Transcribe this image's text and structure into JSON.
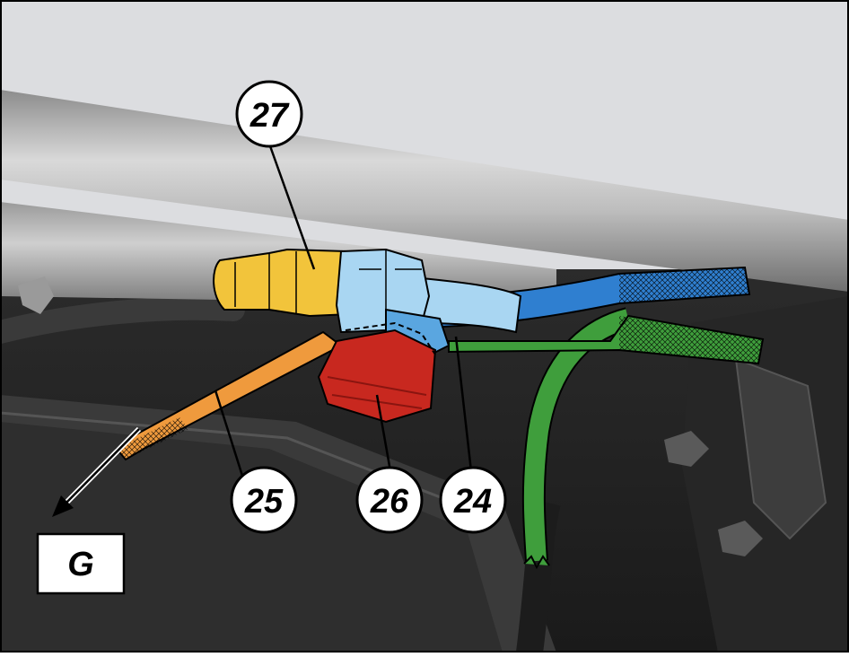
{
  "callouts": {
    "c27": "27",
    "c25": "25",
    "c26": "26",
    "c24": "24"
  },
  "direction_box": {
    "label": "G"
  },
  "colors": {
    "connector_yellow": "#f2c43b",
    "connector_light_blue": "#a9d6f2",
    "wire_blue": "#2f7fd0",
    "wire_green": "#3f9e3c",
    "wire_orange": "#ef9a3d",
    "connector_red": "#c8281f",
    "frame_grey": "#b8b8b8",
    "background_grey": "#dcdde0"
  }
}
